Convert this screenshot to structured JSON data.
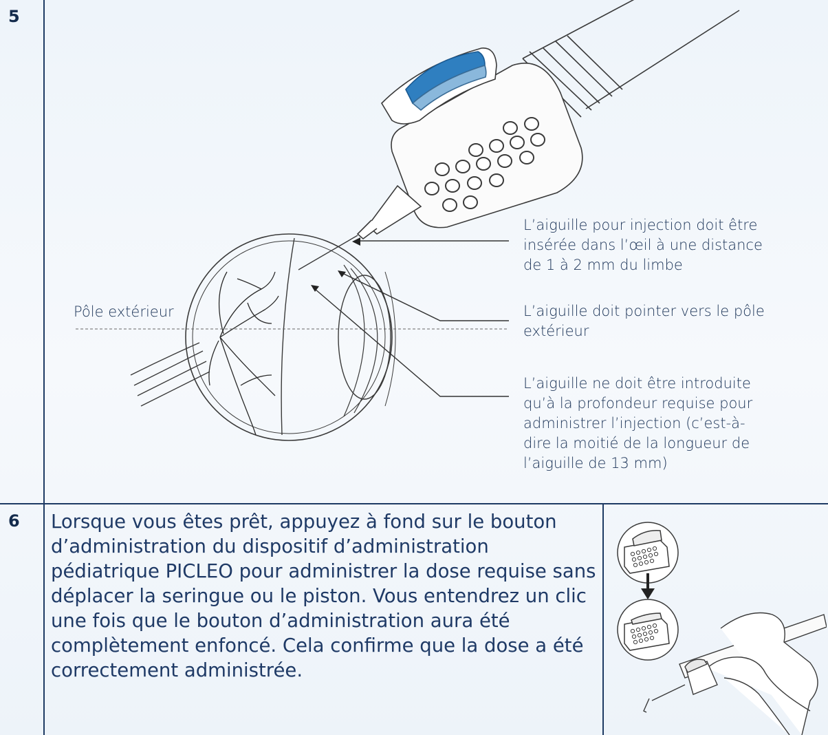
{
  "step5": {
    "number": "5",
    "annotations": {
      "outer_pole": "Pôle extérieur",
      "insertion_line1": "L’aiguille pour injection doit être",
      "insertion_line2": "insérée dans l’œil à une distance",
      "insertion_line3": "de 1 à 2 mm du limbe",
      "direction_line1": "L’aiguille doit pointer vers le pôle",
      "direction_line2": "extérieur",
      "depth_line1": "L’aiguille ne doit être introduite",
      "depth_line2": "qu’à la profondeur requise pour",
      "depth_line3": "administrer l’injection (c’est-à-",
      "depth_line4": "dire la moitié de la longueur de",
      "depth_line5": "l’aiguille de 13 mm)"
    }
  },
  "step6": {
    "number": "6",
    "instruction": "Lorsque vous êtes prêt, appuyez à fond sur le bouton d’administration du dispositif d’administration pédiatrique PICLEO pour administrer la dose requise sans déplacer la seringue ou le piston. Vous entendrez un clic une fois que le bouton d’administration aura été complètement enfoncé. Cela confirme que la dose a été correctement administrée."
  },
  "colors": {
    "border": "#1d3a63",
    "text": "#1f3a66",
    "accent_blue": "#2f7fc0"
  }
}
